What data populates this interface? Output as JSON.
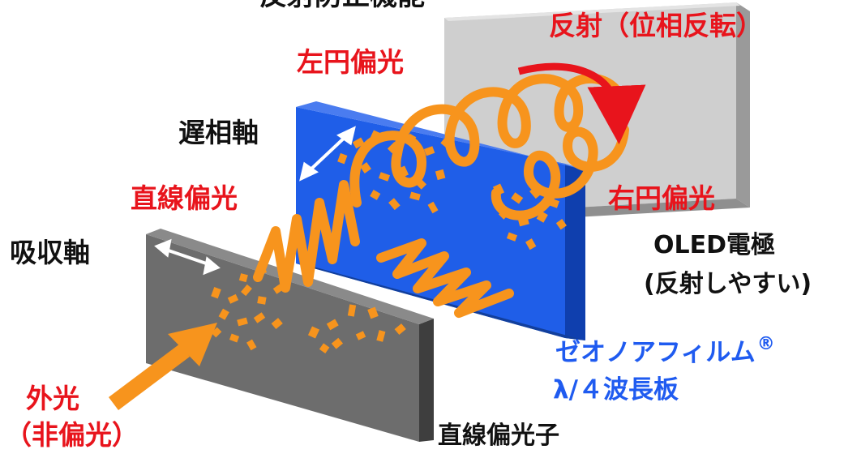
{
  "title_partial": "反射防止機能",
  "labels": {
    "reflection": "反射（位相反転）",
    "left_circular": "左円偏光",
    "slow_axis": "遅相軸",
    "linear_polarized": "直線偏光",
    "right_circular": "右円偏光",
    "absorption_axis": "吸収軸",
    "oled_line1": "OLED電極",
    "oled_line2": "(反射しやすい)",
    "zeonor_line1": "ゼオノアフィルム",
    "zeonor_reg": "®",
    "zeonor_line2": "λ/４波長板",
    "external_line1": "外光",
    "external_line2": "（非偏光）",
    "polarizer": "直線偏光子"
  },
  "colors": {
    "red_text": "#e8141c",
    "blue_text": "#1f5bf0",
    "light_orange": "#f7941d",
    "electrode_gray": "#c8c8c8",
    "waveplate_blue": "#1f5ee8",
    "polarizer_gray": "#6e6e6e"
  }
}
